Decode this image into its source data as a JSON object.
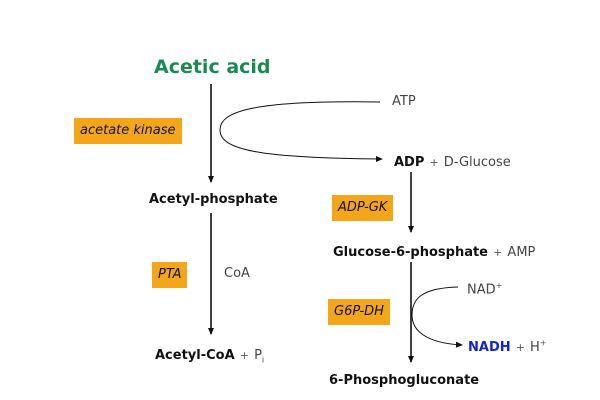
{
  "title": "Acetic acid",
  "left_pathway": {
    "enzymes": [
      "acetate kinase",
      "PTA"
    ],
    "metabolites": [
      "Acetyl-phosphate",
      "Acetyl-CoA"
    ],
    "cofactor_coa": "CoA",
    "product_byproduct_base": "P",
    "product_byproduct_sub": "i"
  },
  "atp_cycle": {
    "input": "ATP",
    "output": "ADP",
    "co_substrate": "D-Glucose"
  },
  "right_pathway": {
    "enzymes": [
      "ADP-GK",
      "G6P-DH"
    ],
    "metabolites": [
      "Glucose-6-phosphate",
      "6-Phosphogluconate"
    ],
    "byproduct_amp": "AMP",
    "nad_base": "NAD",
    "nad_sup": "+",
    "nadh": "NADH",
    "h_base": "H",
    "h_sup": "+"
  },
  "plus_sign": "+",
  "colors": {
    "title": "#1a8a55",
    "enzyme_box": "#f3a61a",
    "nadh": "#1224d8"
  }
}
